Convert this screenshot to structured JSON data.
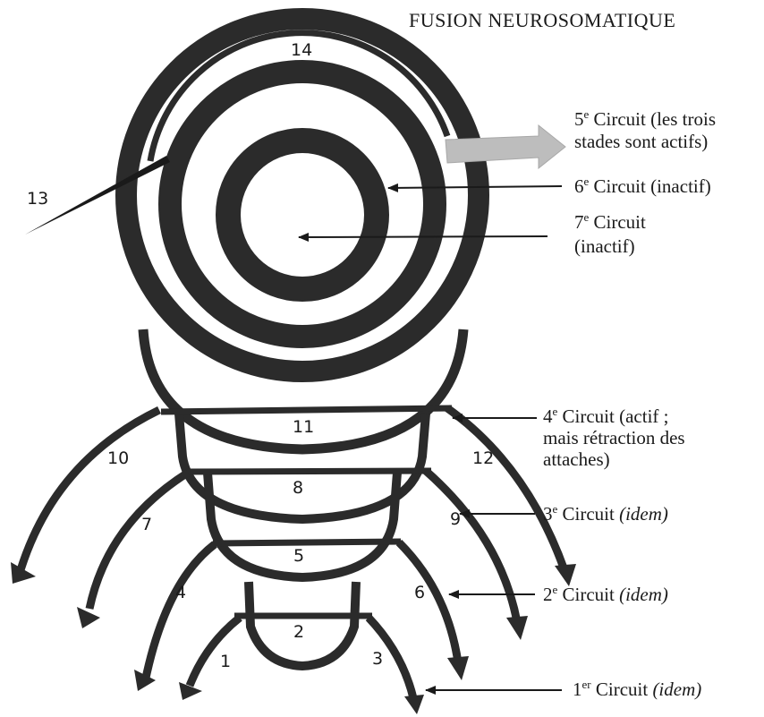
{
  "title": "FUSION NEUROSOMATIQUE",
  "numbers": [
    "1",
    "2",
    "3",
    "4",
    "5",
    "6",
    "7",
    "8",
    "9",
    "10",
    "11",
    "12",
    "13",
    "14"
  ],
  "labels": {
    "c5": {
      "ordinal": "5",
      "sup": "e",
      "line1_rest": " Circuit (les trois",
      "line2": "stades sont actifs)"
    },
    "c6": {
      "ordinal": "6",
      "sup": "e",
      "rest": " Circuit (inactif)"
    },
    "c7": {
      "ordinal": "7",
      "sup": "e",
      "line1_rest": " Circuit",
      "line2": "(inactif)"
    },
    "c4": {
      "ordinal": "4",
      "sup": "e",
      "line1_rest": " Circuit (actif ;",
      "line2": "mais rétraction des",
      "line3": "attaches)"
    },
    "c3": {
      "ordinal": "3",
      "sup": "e",
      "rest": " Circuit ",
      "italic": "(idem)"
    },
    "c2": {
      "ordinal": "2",
      "sup": "e",
      "rest": " Circuit ",
      "italic": "(idem)"
    },
    "c1": {
      "ordinal": "1",
      "sup": "er",
      "rest": " Circuit ",
      "italic": "(idem)"
    }
  },
  "colors": {
    "ink": "#2b2b2b",
    "arrow5": "#bdbdbd"
  }
}
